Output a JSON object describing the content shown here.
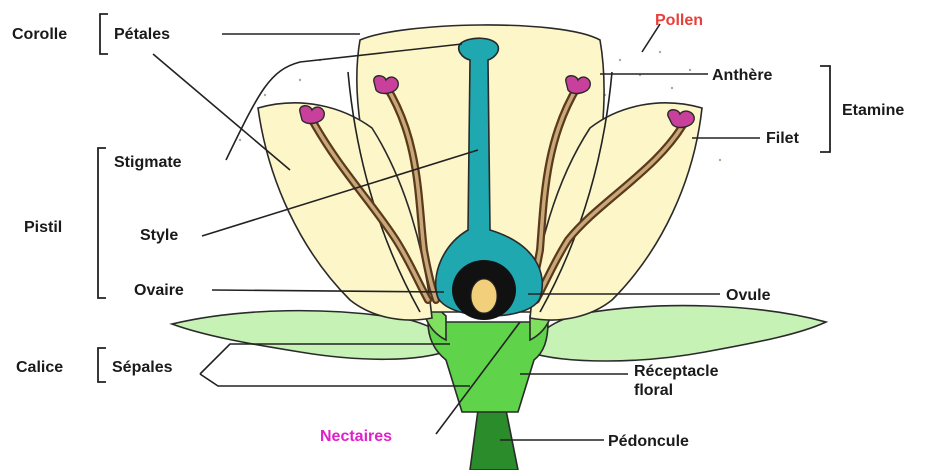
{
  "labels": {
    "corolle": "Corolle",
    "petales": "Pétales",
    "pollen": "Pollen",
    "anthere": "Anthère",
    "etamine": "Etamine",
    "filet": "Filet",
    "stigmate": "Stigmate",
    "pistil": "Pistil",
    "style": "Style",
    "ovaire": "Ovaire",
    "ovule": "Ovule",
    "calice": "Calice",
    "sepales": "Sépales",
    "receptacle_line1": "Réceptacle",
    "receptacle_line2": "floral",
    "nectaires": "Nectaires",
    "pedoncule": "Pédoncule"
  },
  "colors": {
    "petal": "#fdf6c8",
    "pistil": "#1fa8b0",
    "sepal": "#c6f2b6",
    "receptacle": "#5fd34a",
    "stem": "#2b8c2b",
    "anther": "#c8409c",
    "ovule": "#f2cf7a",
    "label_nectaires": "#e020c8",
    "label_pollen": "#e8403a"
  }
}
